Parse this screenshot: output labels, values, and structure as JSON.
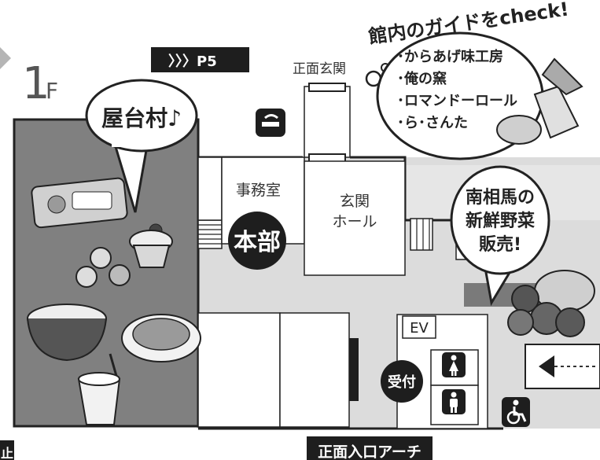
{
  "floor": {
    "number": "1",
    "unit": "F"
  },
  "page_tab": "〉〉〉P5",
  "bubbles": {
    "yatai": "屋台村♪",
    "guide_title": "館内のガイドをcheck!",
    "guide_items": [
      "･からあげ味工房",
      "･俺の窯",
      "･ロマンドーロール",
      "･ら･さんた"
    ],
    "veg_lines": [
      "南相馬の",
      "新鮮野菜",
      "販売!"
    ]
  },
  "rooms": {
    "front_entrance": "正面玄関",
    "office": "事務室",
    "hq": "本部",
    "hall_line1": "玄関",
    "hall_line2": "ホール",
    "elevator": "EV",
    "reception": "受付"
  },
  "bottom": {
    "arch": "正面入口アーチ",
    "left_tag": "止"
  },
  "icons": [
    "smoking-area-icon",
    "female-restroom-icon",
    "male-restroom-icon",
    "wheelchair-icon",
    "entrance-arrow-icon"
  ],
  "colors": {
    "yatai_area": "#808080",
    "floor": "#dcdcdc",
    "dark": "#1e1e1e",
    "highlight_bar": "#7a7a7a"
  }
}
